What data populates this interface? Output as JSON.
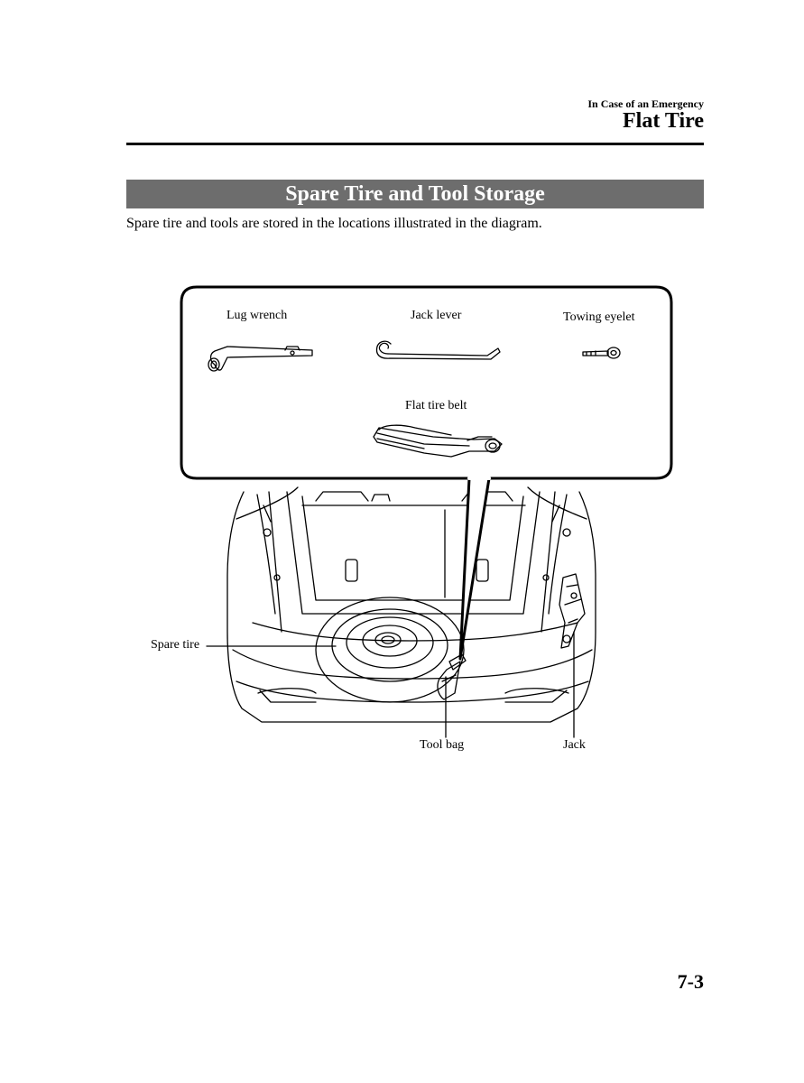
{
  "header": {
    "section": "In Case of an Emergency",
    "title": "Flat Tire"
  },
  "section_heading": "Spare Tire and Tool Storage",
  "intro_text": "Spare tire and tools are stored in the locations illustrated in the diagram.",
  "diagram": {
    "callout_labels": {
      "lug_wrench": "Lug wrench",
      "jack_lever": "Jack lever",
      "towing_eyelet": "Towing eyelet",
      "flat_tire_belt": "Flat tire belt"
    },
    "labels": {
      "spare_tire": "Spare tire",
      "tool_bag": "Tool bag",
      "jack": "Jack"
    }
  },
  "page_number": "7-3",
  "colors": {
    "heading_band": "#6d6d6d",
    "text": "#000000"
  }
}
